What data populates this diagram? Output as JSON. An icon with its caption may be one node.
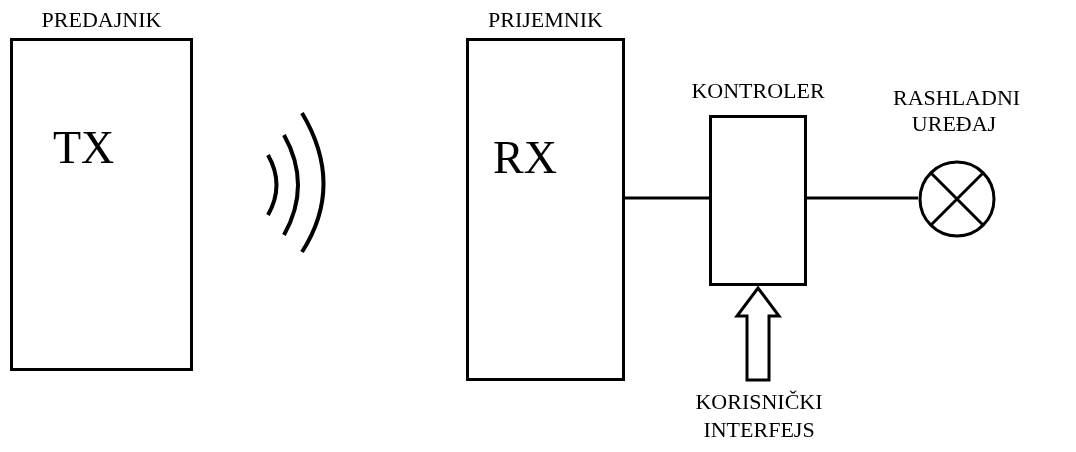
{
  "diagram": {
    "nodes": [
      {
        "text": [
          "PREDAJNIK",
          "TX"
        ]
      },
      {
        "text": [
          "PRIJEMNIK",
          "RX"
        ]
      },
      {
        "text": [
          "KONTROLER"
        ]
      },
      {
        "text": [
          "RASHLADNI UREĐAJ"
        ]
      },
      {
        "text": [
          "KORISNIČKI INTERFEJS"
        ]
      }
    ],
    "edges": [
      {
        "from": 1,
        "to": 2,
        "arrow": "none"
      },
      {
        "from": 2,
        "to": 3,
        "arrow": "none"
      },
      {
        "from": 4,
        "to": 2,
        "arrow": "to",
        "style": "thick"
      }
    ]
  }
}
